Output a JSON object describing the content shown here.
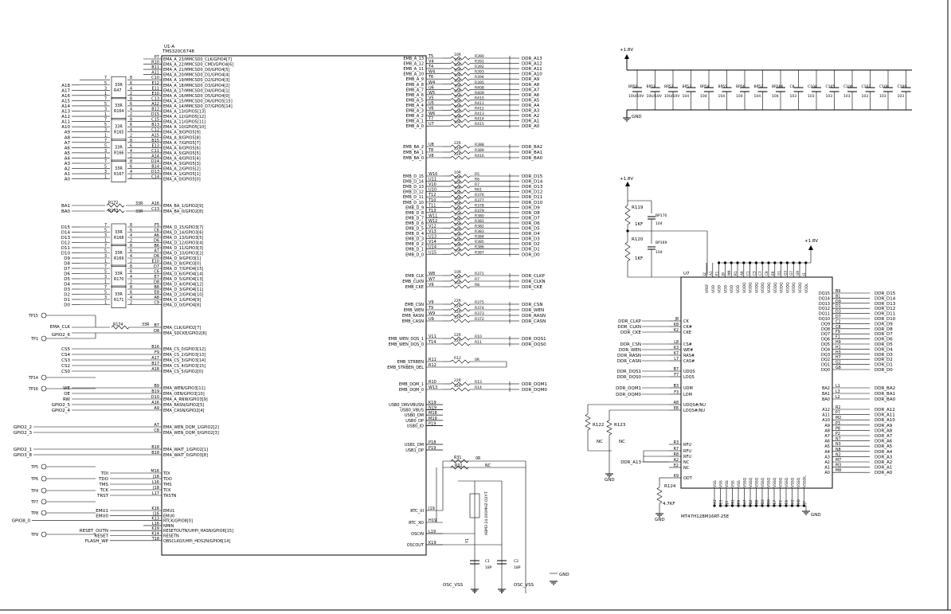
{
  "u1": {
    "ref": "U1-A",
    "part": "TMS320C6748",
    "left_pins": [
      [
        "P7",
        "EMA_A_23/MMCSD0_CLK/GPIO4[7]"
      ],
      [
        "R10",
        "EMA_A_22/MMCSD0_CMD/GPIO4[6]"
      ],
      [
        "B11",
        "EMA_A_21/MMCSD0_D0/GPIO4[5]"
      ],
      [
        "A11",
        "EMA_A_20/MMCSD0_D1/GPIO4[4]"
      ],
      [
        "C10",
        "EMA_A_19/MMCSD0_D2/GPIO4[3]"
      ],
      [
        "E12",
        "EMA_A_18/MMCSD0_D3/GPIO4[2]"
      ],
      [
        "E11",
        "EMA_A_17/MMCSD0_D4/GPIO4[1]"
      ],
      [
        "E10",
        "EMA_A_16/MMCSD0_D5/GPIO4[0]"
      ],
      [
        "C13",
        "EMA_A_15/MMCSD0_D6/GPIO5[15]"
      ],
      [
        "A12",
        "EMA_A_14/MMCSD0_D7/GPIO5[14]"
      ],
      [
        "B12",
        "EMA_A_13/GPIO5[13]"
      ],
      [
        "D15",
        "EMA_A_12/GPIO5[12]"
      ],
      [
        "C15",
        "EMA_A_11/GPIO5[11]"
      ],
      [
        "B13",
        "EMA_A_10/GPIO5[10]"
      ],
      [
        "C12",
        "EMA_A_9/GPIO5[9]"
      ],
      [
        "A15",
        "EMA_A_8/GPIO5[8]"
      ],
      [
        "B15",
        "EMA_A_7/GPIO5[7]"
      ],
      [
        "E13",
        "EMA_A_6/GPIO5[6]"
      ],
      [
        "C11",
        "EMA_A_5/GPIO5[5]"
      ],
      [
        "A14",
        "EMA_A_4/GPIO5[4]"
      ],
      [
        "D14",
        "EMA_A_3/GPIO5[3]"
      ],
      [
        "B14",
        "EMA_A_2/GPIO5[2]"
      ],
      [
        "D13",
        "EMA_A_1/GPIO5[1]"
      ],
      [
        "C14",
        "EMA_A_0/GPIO5[0]"
      ],
      [
        "A16",
        "EMA_BA_1/GPIO2[9]"
      ],
      [
        "C13",
        "EMA_BA_0/GPIO2[8]"
      ],
      [
        "F5",
        "EMA_D_15/GPIO3[7]"
      ],
      [
        "C6",
        "EMA_D_14/GPIO3[6]"
      ],
      [
        "A6",
        "EMA_D_13/GPIO3[5]"
      ],
      [
        "D6",
        "EMA_D_12/GPIO3[4]"
      ],
      [
        "B6",
        "EMA_D_11/GPIO3[3]"
      ],
      [
        "A7",
        "EMA_D_10/GPIO3[2]"
      ],
      [
        "D6",
        "EMA_D_9/GPIO3[1]"
      ],
      [
        "E10",
        "EMA_D_8/GPIO3[0]"
      ],
      [
        "D7",
        "EMA_D_7/GPIO4[15]"
      ],
      [
        "C6",
        "EMA_D_6/GPIO4[14]"
      ],
      [
        "E7",
        "EMA_D_5/GPIO4[13]"
      ],
      [
        "D8",
        "EMA_D_4/GPIO4[12]"
      ],
      [
        "B8",
        "EMA_D_3/GPIO4[11]"
      ],
      [
        "E8",
        "EMA_D_2/GPIO4[10]"
      ],
      [
        "A8",
        "EMA_D_1/GPIO4[9]"
      ],
      [
        "C9",
        "EMA_D_0/GPIO4[8]"
      ],
      [
        "B7",
        "EMA_CLK/GPIO2[7]"
      ],
      [
        "D8",
        "EMA_SDCKE/GPIO2[6]"
      ],
      [
        "B16",
        "EMA_CS_0/GPIO3[12]"
      ],
      [
        "F9",
        "EMA_CS_2/GPIO3[13]"
      ],
      [
        "A17",
        "EMA_CS_3/GPIO3[14]"
      ],
      [
        "B17",
        "EMA_CS_4/GPIO3[15]"
      ],
      [
        "A18",
        "EMA_CS_5/GPIO2[0]"
      ],
      [
        "B9",
        "EMA_WEN/GPIO3[11]"
      ],
      [
        "B19",
        "EMA_OEN/GPIO3[10]"
      ],
      [
        "D10",
        "EMA_A_RNW/GPIO3[9]"
      ],
      [
        "A16",
        "EMA_RASN/GPIO2[5]"
      ],
      [
        "A9",
        "EMA_CASN/GPIO2[4]"
      ],
      [
        "A7",
        "EMA_WEN_DQM_1/GPIO2[2]"
      ],
      [
        "C8",
        "EMA_WEN_DQM_0/GPIO2[3]"
      ],
      [
        "B18",
        "EMA_WAIT_1/GPIO2[1]"
      ],
      [
        "B18",
        "EMA_WAIT_0/GPIO3[8]"
      ],
      [
        "M16",
        "TDI"
      ],
      [
        "J18",
        "TDO"
      ],
      [
        "L16",
        "TMS"
      ],
      [
        "J18",
        "TCK"
      ],
      [
        "L17",
        "TRSTN"
      ],
      [
        "K16",
        "EMU1"
      ],
      [
        "J16",
        "EMU0"
      ],
      [
        "K13",
        "RTCK/GPIO8[0]"
      ],
      [
        "L16",
        "NMIN"
      ],
      [
        "K19",
        "RESETOUTN/UHPI_HASN/GPIO6[15]"
      ],
      [
        "K14",
        "RESETN"
      ],
      [
        "T18",
        "OBSCLK0/UHPI_HDS2N/GPIO6[14]"
      ]
    ],
    "right_pins": [
      [
        "T5",
        "EMB_A_13"
      ],
      [
        "V4",
        "EMB_A_12"
      ],
      [
        "T4",
        "EMB_A_11"
      ],
      [
        "W4",
        "EMB_A_10"
      ],
      [
        "T6",
        "EMB_A_9"
      ],
      [
        "W4",
        "EMB_A_8"
      ],
      [
        "U6",
        "EMB_A_7"
      ],
      [
        "W5",
        "EMB_A_6"
      ],
      [
        "V5",
        "EMB_A_5"
      ],
      [
        "U5",
        "EMB_A_4"
      ],
      [
        "V6",
        "EMB_A_3"
      ],
      [
        "W6",
        "EMB_A_2"
      ],
      [
        "T7",
        "EMB_A_1"
      ],
      [
        "U7",
        "EMB_A_0"
      ],
      [
        "U8",
        "EMB_BA_2"
      ],
      [
        "T8",
        "EMB_BA_1"
      ],
      [
        "V8",
        "EMB_BA_0"
      ],
      [
        "W10",
        "EMB_D_15"
      ],
      [
        "U11",
        "EMB_D_14"
      ],
      [
        "V10",
        "EMB_D_13"
      ],
      [
        "U10",
        "EMB_D_12"
      ],
      [
        "T12",
        "EMB_D_11"
      ],
      [
        "T10",
        "EMB_D_10"
      ],
      [
        "T11",
        "EMB_D_9"
      ],
      [
        "T13",
        "EMB_D_8"
      ],
      [
        "W11",
        "EMB_D_7"
      ],
      [
        "W12",
        "EMB_D_6"
      ],
      [
        "V12",
        "EMB_D_5"
      ],
      [
        "V13",
        "EMB_D_4"
      ],
      [
        "U13",
        "EMB_D_3"
      ],
      [
        "V14",
        "EMB_D_2"
      ],
      [
        "U14",
        "EMB_D_1"
      ],
      [
        "U15",
        "EMB_D_0"
      ],
      [
        "W8",
        "EMB_CLK"
      ],
      [
        "W7",
        "EMB_CLKN"
      ],
      [
        "V9",
        "EMB_CKE"
      ],
      [
        "V9",
        "EMB_CSN"
      ],
      [
        "T9",
        "EMB_WEN"
      ],
      [
        "W9",
        "EMB_RASN"
      ],
      [
        "U9",
        "EMB_CASN"
      ],
      [
        "V11",
        "EMB_WEN_DQS_1"
      ],
      [
        "T14",
        "EMB_WEN_DQS_0"
      ],
      [
        "R11",
        "EMB_STRBEN"
      ],
      [
        "R12",
        "EMB_STRBEN_DEL"
      ],
      [
        "R10",
        "EMB_DQM_1"
      ],
      [
        "W13",
        "EMB_DQM_0"
      ],
      [
        "K19",
        "USB0_DRVVBUSN"
      ],
      [
        "N19",
        "USB0_VBUS"
      ],
      [
        "M18",
        "USB0_DM"
      ],
      [
        "M19",
        "USB0_DP"
      ],
      [
        "P19",
        "USB0_ID"
      ],
      [
        "P18",
        "USB1_DM"
      ],
      [
        "P19",
        "USB1_DP"
      ],
      [
        "J19",
        "RTC_XI"
      ],
      [
        "H19",
        "RTC_XO"
      ],
      [
        "L19",
        "OSCIN"
      ],
      [
        "K19",
        "OSCOUT"
      ]
    ]
  },
  "left_nets": {
    "addr": [
      "A18",
      "A17",
      "A16",
      "A15",
      "A14",
      "A13",
      "A12",
      "A11",
      "A10",
      "A9",
      "A8",
      "A7",
      "A6",
      "A5",
      "A4",
      "A3",
      "A2",
      "A1",
      "A0"
    ],
    "ba": [
      "BA1",
      "BA0"
    ],
    "data": [
      "D15",
      "D14",
      "D13",
      "D12",
      "D11",
      "D10",
      "D9",
      "D8",
      "D7",
      "D6",
      "D5",
      "D4",
      "D3",
      "D2",
      "D1",
      "D0"
    ],
    "cs": [
      "CS5",
      "CS4",
      "CS3",
      "CS2",
      "CS0"
    ],
    "ctl": [
      "WE",
      "OE",
      "RW",
      "GPIO2_5",
      "GPIO2_4"
    ],
    "gpio_a": [
      "GPIO2_2",
      "GPIO2_3"
    ],
    "gpio_b": [
      "GPIO2_1",
      "GPIO3_8"
    ],
    "jtag": [
      "TDI",
      "TDO",
      "TMS",
      "TCK",
      "TRST"
    ],
    "emu": [
      "EMU1",
      "EMU0"
    ],
    "misc": [
      "GPIO8_0",
      "RESET_OUTN",
      "RESET",
      "FLASH_WP"
    ],
    "clk": [
      "EMA_CLK",
      "GPIO2_6"
    ],
    "testpoints": [
      "TP15",
      "TP1",
      "TP14",
      "TP16",
      "TP5",
      "TP6",
      "TP4",
      "TP7",
      "TP8",
      "TP9"
    ]
  },
  "rpacks": {
    "value": "33R",
    "refs": [
      "R47",
      "R164",
      "R165",
      "R166",
      "R167",
      "R168",
      "R169",
      "R170",
      "R171"
    ],
    "pins_a": [
      "7",
      "5",
      "3",
      "1"
    ],
    "pins_b": [
      "8",
      "6",
      "4",
      "2"
    ]
  },
  "series": {
    "r172": [
      "R172",
      "33R"
    ],
    "r173": [
      "R173",
      "33R"
    ],
    "r174": [
      "R174",
      "33R"
    ],
    "ddr_addr_refs": [
      "R390",
      "R391",
      "R392",
      "R393",
      "R394",
      "R395",
      "R408",
      "R409",
      "R410",
      "R411",
      "R412",
      "R413",
      "R414",
      "R415"
    ],
    "ddr_ba_refs": [
      "R388",
      "R389",
      "R416"
    ],
    "ddr_d_refs": [
      "R5",
      "R6",
      "R7",
      "R61",
      "R376",
      "R377",
      "R378",
      "R379",
      "R380",
      "R381",
      "R382",
      "R383",
      "R384",
      "R385",
      "R386",
      "R387"
    ],
    "ddr_clk_refs": [
      "R371",
      "R7",
      "R8"
    ],
    "ddr_ctl_refs": [
      "R375",
      "R374",
      "R373",
      "R372"
    ],
    "ddr_dqs_refs": [
      "R10",
      "R11"
    ],
    "ddr_strb_ref": [
      "R12",
      "0R"
    ],
    "ddr_dqm_refs": [
      "R13",
      "R14"
    ],
    "v10r": "10R",
    "v22r": "22R"
  },
  "ddr_nets": {
    "addr": [
      "DDR_A13",
      "DDR_A12",
      "DDR_A11",
      "DDR_A10",
      "DDR_A9",
      "DDR_A8",
      "DDR_A7",
      "DDR_A6",
      "DDR_A5",
      "DDR_A4",
      "DDR_A3",
      "DDR_A2",
      "DDR_A1",
      "DDR_A0"
    ],
    "ba": [
      "DDR_BA2",
      "DDR_BA1",
      "DDR_BA0"
    ],
    "data": [
      "DDR_D15",
      "DDR_D14",
      "DDR_D13",
      "DDR_D12",
      "DDR_D11",
      "DDR_D10",
      "DDR_D9",
      "DDR_D8",
      "DDR_D7",
      "DDR_D6",
      "DDR_D5",
      "DDR_D4",
      "DDR_D3",
      "DDR_D2",
      "DDR_D1",
      "DDR_D0"
    ],
    "clk": [
      "DDR_CLKP",
      "DDR_CLKN",
      "DDR_CKE"
    ],
    "ctl": [
      "DDR_CSN",
      "DDR_WEN",
      "DDR_RASN",
      "DDR_CASN"
    ],
    "dqs": [
      "DDR_DQS1",
      "DDR_DQS0"
    ],
    "dqm": [
      "DDR_DQM1",
      "DDR_DQM0"
    ]
  },
  "osc": {
    "r31": [
      "R31",
      "0R"
    ],
    "r32": [
      "R32",
      "NC"
    ],
    "y1": [
      "Y1",
      "ABM3-24.000MHZ-D2Y-T"
    ],
    "c1": [
      "C1",
      "18P"
    ],
    "c2": [
      "C2",
      "18P"
    ],
    "osc_vss": "OSC_VSS",
    "gnd": "GND"
  },
  "decoupling": {
    "rail": "+1.8V",
    "gnd": "GND",
    "caps": [
      [
        "BP50",
        "10U/10V"
      ],
      [
        "BP51",
        "10U/10V"
      ],
      [
        "BP52",
        "10U/10V"
      ],
      [
        "BP53",
        "104"
      ],
      [
        "BP54",
        "104"
      ],
      [
        "BP55",
        "104"
      ],
      [
        "BP56",
        "104"
      ],
      [
        "BP57",
        "104"
      ],
      [
        "BP166",
        "104"
      ],
      [
        "C8",
        "103"
      ],
      [
        "C104",
        "103"
      ],
      [
        "C105",
        "103"
      ],
      [
        "C106",
        "103"
      ],
      [
        "C107",
        "103"
      ],
      [
        "C108",
        "103"
      ],
      [
        "C109",
        "103"
      ]
    ]
  },
  "vref": {
    "rail": "+1.8V",
    "r119": [
      "R119",
      "1KF"
    ],
    "r120": [
      "R120",
      "1KF"
    ],
    "bp170": [
      "BP170",
      "104"
    ],
    "bp169": [
      "BP169",
      "104"
    ]
  },
  "u7": {
    "ref": "U7",
    "part": "MT47H128M16RT-25E",
    "rail": "+1.8V",
    "top_pins": [
      "VREF",
      "VDD",
      "VDD",
      "VDD",
      "VDD",
      "VDD",
      "VDDQ",
      "VDDQ",
      "VDDQ",
      "VDDQ",
      "VDDQ",
      "VDDQ",
      "VDDQ",
      "VDDQ",
      "VDDQ",
      "VDDQ",
      "VDDL"
    ],
    "top_nums": [
      "J2",
      "A1",
      "E1",
      "J9",
      "M9",
      "R1",
      "A9",
      "C1",
      "C3",
      "C7",
      "C9",
      "E9",
      "G1",
      "G3",
      "G7",
      "G9",
      "J1"
    ],
    "bottom_pins": [
      "VSS",
      "VSS",
      "VSS",
      "VSS",
      "VSS",
      "VSSQ",
      "VSSQ",
      "VSSQ",
      "VSSQ",
      "VSSQ",
      "VSSQ",
      "VSSQ",
      "VSSQ",
      "VSSQ",
      "VSSQ",
      "VSSDL"
    ],
    "bottom_nums": [
      "A3",
      "E3",
      "J3",
      "N1",
      "P9",
      "A7",
      "B2",
      "B8",
      "D2",
      "D8",
      "E7",
      "F2",
      "F8",
      "H2",
      "H8",
      "J7"
    ],
    "left_pins": [
      [
        "J8",
        "CK",
        "DDR_CLKP"
      ],
      [
        "K8",
        "CK#",
        "DDR_CLKN"
      ],
      [
        "K2",
        "CKE",
        "DDR_CKE"
      ],
      [
        "L8",
        "CS#",
        "DDR_CSN"
      ],
      [
        "K3",
        "WE#",
        "DDR_WEN"
      ],
      [
        "K7",
        "RAS#",
        "DDR_RASN"
      ],
      [
        "L7",
        "CAS#",
        "DDR_CASN"
      ],
      [
        "B7",
        "UDQS",
        "DDR_DQS1"
      ],
      [
        "F7",
        "LDQS",
        "DDR_DQS0"
      ],
      [
        "B3",
        "UDM",
        "DDR_DQM1"
      ],
      [
        "F3",
        "LDM",
        "DDR_DQM0"
      ],
      [
        "A8",
        "UDQS#/NU",
        ""
      ],
      [
        "E8",
        "LDQS#/NU",
        ""
      ],
      [
        "R3",
        "RFU",
        ""
      ],
      [
        "R7",
        "RFU",
        ""
      ],
      [
        "R8",
        "RFU",
        ""
      ],
      [
        "A2",
        "NC",
        "DDR_A13"
      ],
      [
        "E2",
        "NC",
        ""
      ],
      [
        "K9",
        "ODT",
        ""
      ]
    ],
    "right_pins": [
      [
        "DQ15",
        "B9",
        "DDR_D15"
      ],
      [
        "DQ14",
        "B1",
        "DDR_D14"
      ],
      [
        "DQ13",
        "D9",
        "DDR_D13"
      ],
      [
        "DQ12",
        "D1",
        "DDR_D12"
      ],
      [
        "DQ11",
        "D3",
        "DDR_D11"
      ],
      [
        "DQ10",
        "D7",
        "DDR_D10"
      ],
      [
        "DQ9",
        "C2",
        "DDR_D9"
      ],
      [
        "DQ8",
        "C8",
        "DDR_D8"
      ],
      [
        "DQ7",
        "F9",
        "DDR_D7"
      ],
      [
        "DQ6",
        "F1",
        "DDR_D6"
      ],
      [
        "DQ5",
        "H9",
        "DDR_D5"
      ],
      [
        "DQ4",
        "H1",
        "DDR_D4"
      ],
      [
        "DQ3",
        "H3",
        "DDR_D3"
      ],
      [
        "DQ2",
        "H7",
        "DDR_D2"
      ],
      [
        "DQ1",
        "G2",
        "DDR_D1"
      ],
      [
        "DQ0",
        "G8",
        "DDR_D0"
      ],
      [
        "BA2",
        "L1",
        "DDR_BA2"
      ],
      [
        "BA1",
        "L3",
        "DDR_BA1"
      ],
      [
        "BA0",
        "L2",
        "DDR_BA0"
      ],
      [
        "A12",
        "R2",
        "DDR_A12"
      ],
      [
        "A11",
        "P7",
        "DDR_A11"
      ],
      [
        "A10",
        "M2",
        "DDR_A10"
      ],
      [
        "A9",
        "P3",
        "DDR_A9"
      ],
      [
        "A8",
        "P8",
        "DDR_A8"
      ],
      [
        "A7",
        "P2",
        "DDR_A7"
      ],
      [
        "A6",
        "N7",
        "DDR_A6"
      ],
      [
        "A5",
        "N3",
        "DDR_A5"
      ],
      [
        "A4",
        "N8",
        "DDR_A4"
      ],
      [
        "A3",
        "N2",
        "DDR_A3"
      ],
      [
        "A2",
        "M7",
        "DDR_A2"
      ],
      [
        "A1",
        "M3",
        "DDR_A1"
      ],
      [
        "A0",
        "M8",
        "DDR_A0"
      ]
    ],
    "r122": [
      "R122",
      "NC"
    ],
    "r123": [
      "R123",
      "NC"
    ],
    "r124": [
      "R124",
      "4.7KF"
    ],
    "gnd": "GND"
  }
}
